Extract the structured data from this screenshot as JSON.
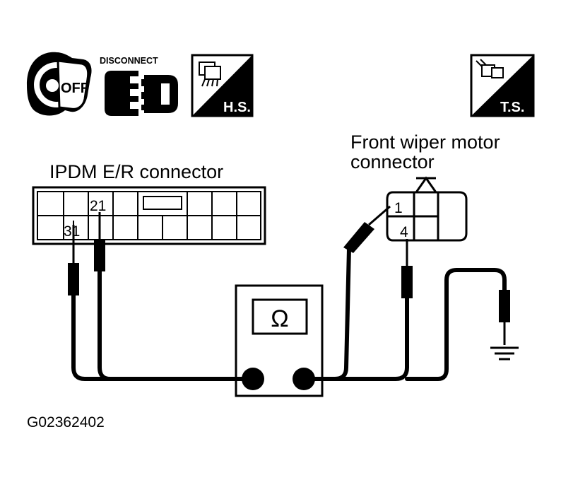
{
  "icons": {
    "ignition": {
      "icon": "ignition-key-off-icon",
      "text": "OFF"
    },
    "disconnect": {
      "icon": "connector-disconnect-icon",
      "label": "DISCONNECT"
    },
    "harness_side": {
      "icon": "harness-side-connector-icon",
      "label": "H.S."
    },
    "terminal_side": {
      "icon": "terminal-side-connector-icon",
      "label": "T.S."
    }
  },
  "ipdm": {
    "label": "IPDM E/R connector",
    "pins": {
      "upper": "21",
      "lower": "31"
    }
  },
  "wiper": {
    "label_line1": "Front wiper motor",
    "label_line2": "connector",
    "pins": {
      "upper": "1",
      "lower": "4"
    }
  },
  "meter": {
    "symbol": "Ω",
    "icon": "ohmmeter-icon"
  },
  "ground": {
    "icon": "ground-icon"
  },
  "figure_id": "G02362402",
  "colors": {
    "ink": "#000000",
    "paper": "#ffffff"
  }
}
